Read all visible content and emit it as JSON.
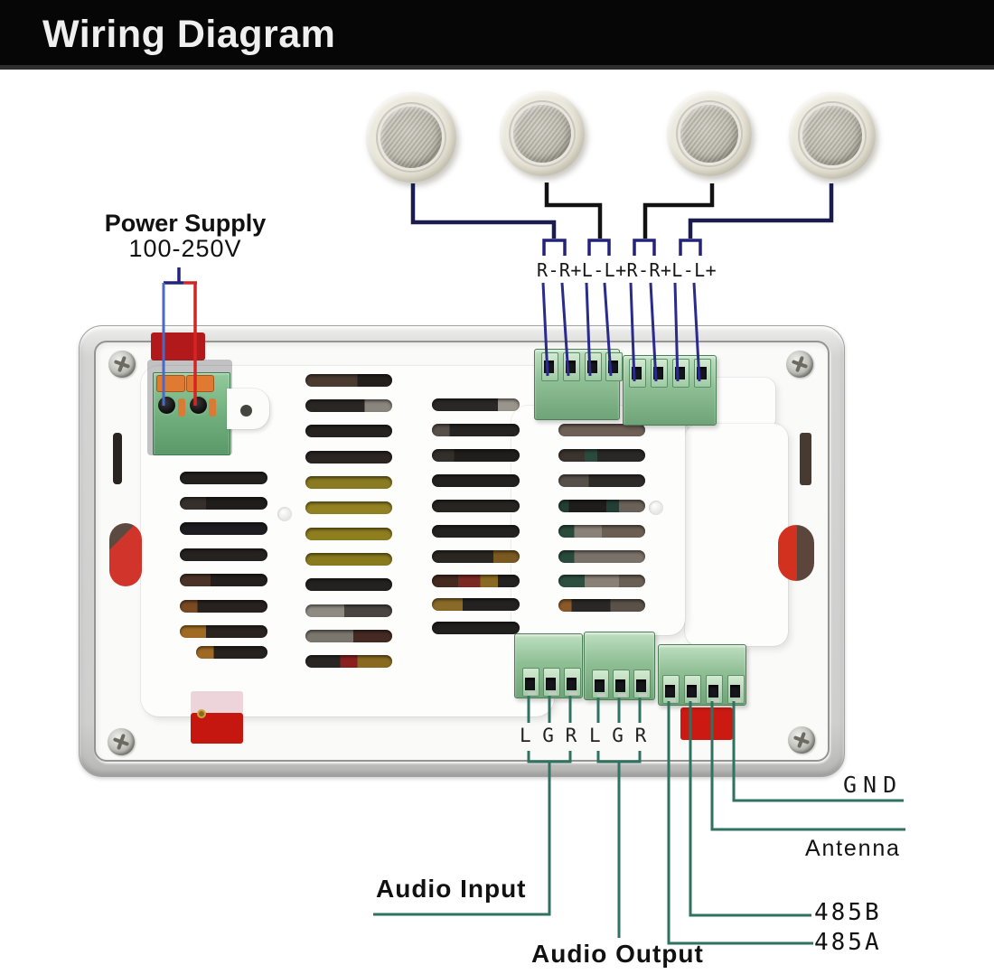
{
  "title": "Wiring Diagram",
  "power_supply": {
    "line1": "Power Supply",
    "line2": "100-250V"
  },
  "speaker_terminal_row": "R-R+L-L+R-R+L-L+",
  "audio_input_channels": "L G R",
  "audio_output_channels": "L G R",
  "ports": {
    "gnd": "GND",
    "antenna": "Antenna",
    "rs485_b": "485B",
    "rs485_a": "485A"
  },
  "audio_input_label": "Audio Input",
  "audio_output_label": "Audio Output",
  "speakers": {
    "count": 4
  },
  "colors": {
    "banner_bg": "#060606",
    "title_color": "#efefef",
    "wire_black": "#121212",
    "wire_navy": "#232379",
    "wire_blue": "#4969c9",
    "wire_red": "#d42525",
    "wire_teal": "#2f7262",
    "accent_red": "#c5170f",
    "terminal_green": "#8fbf95"
  }
}
